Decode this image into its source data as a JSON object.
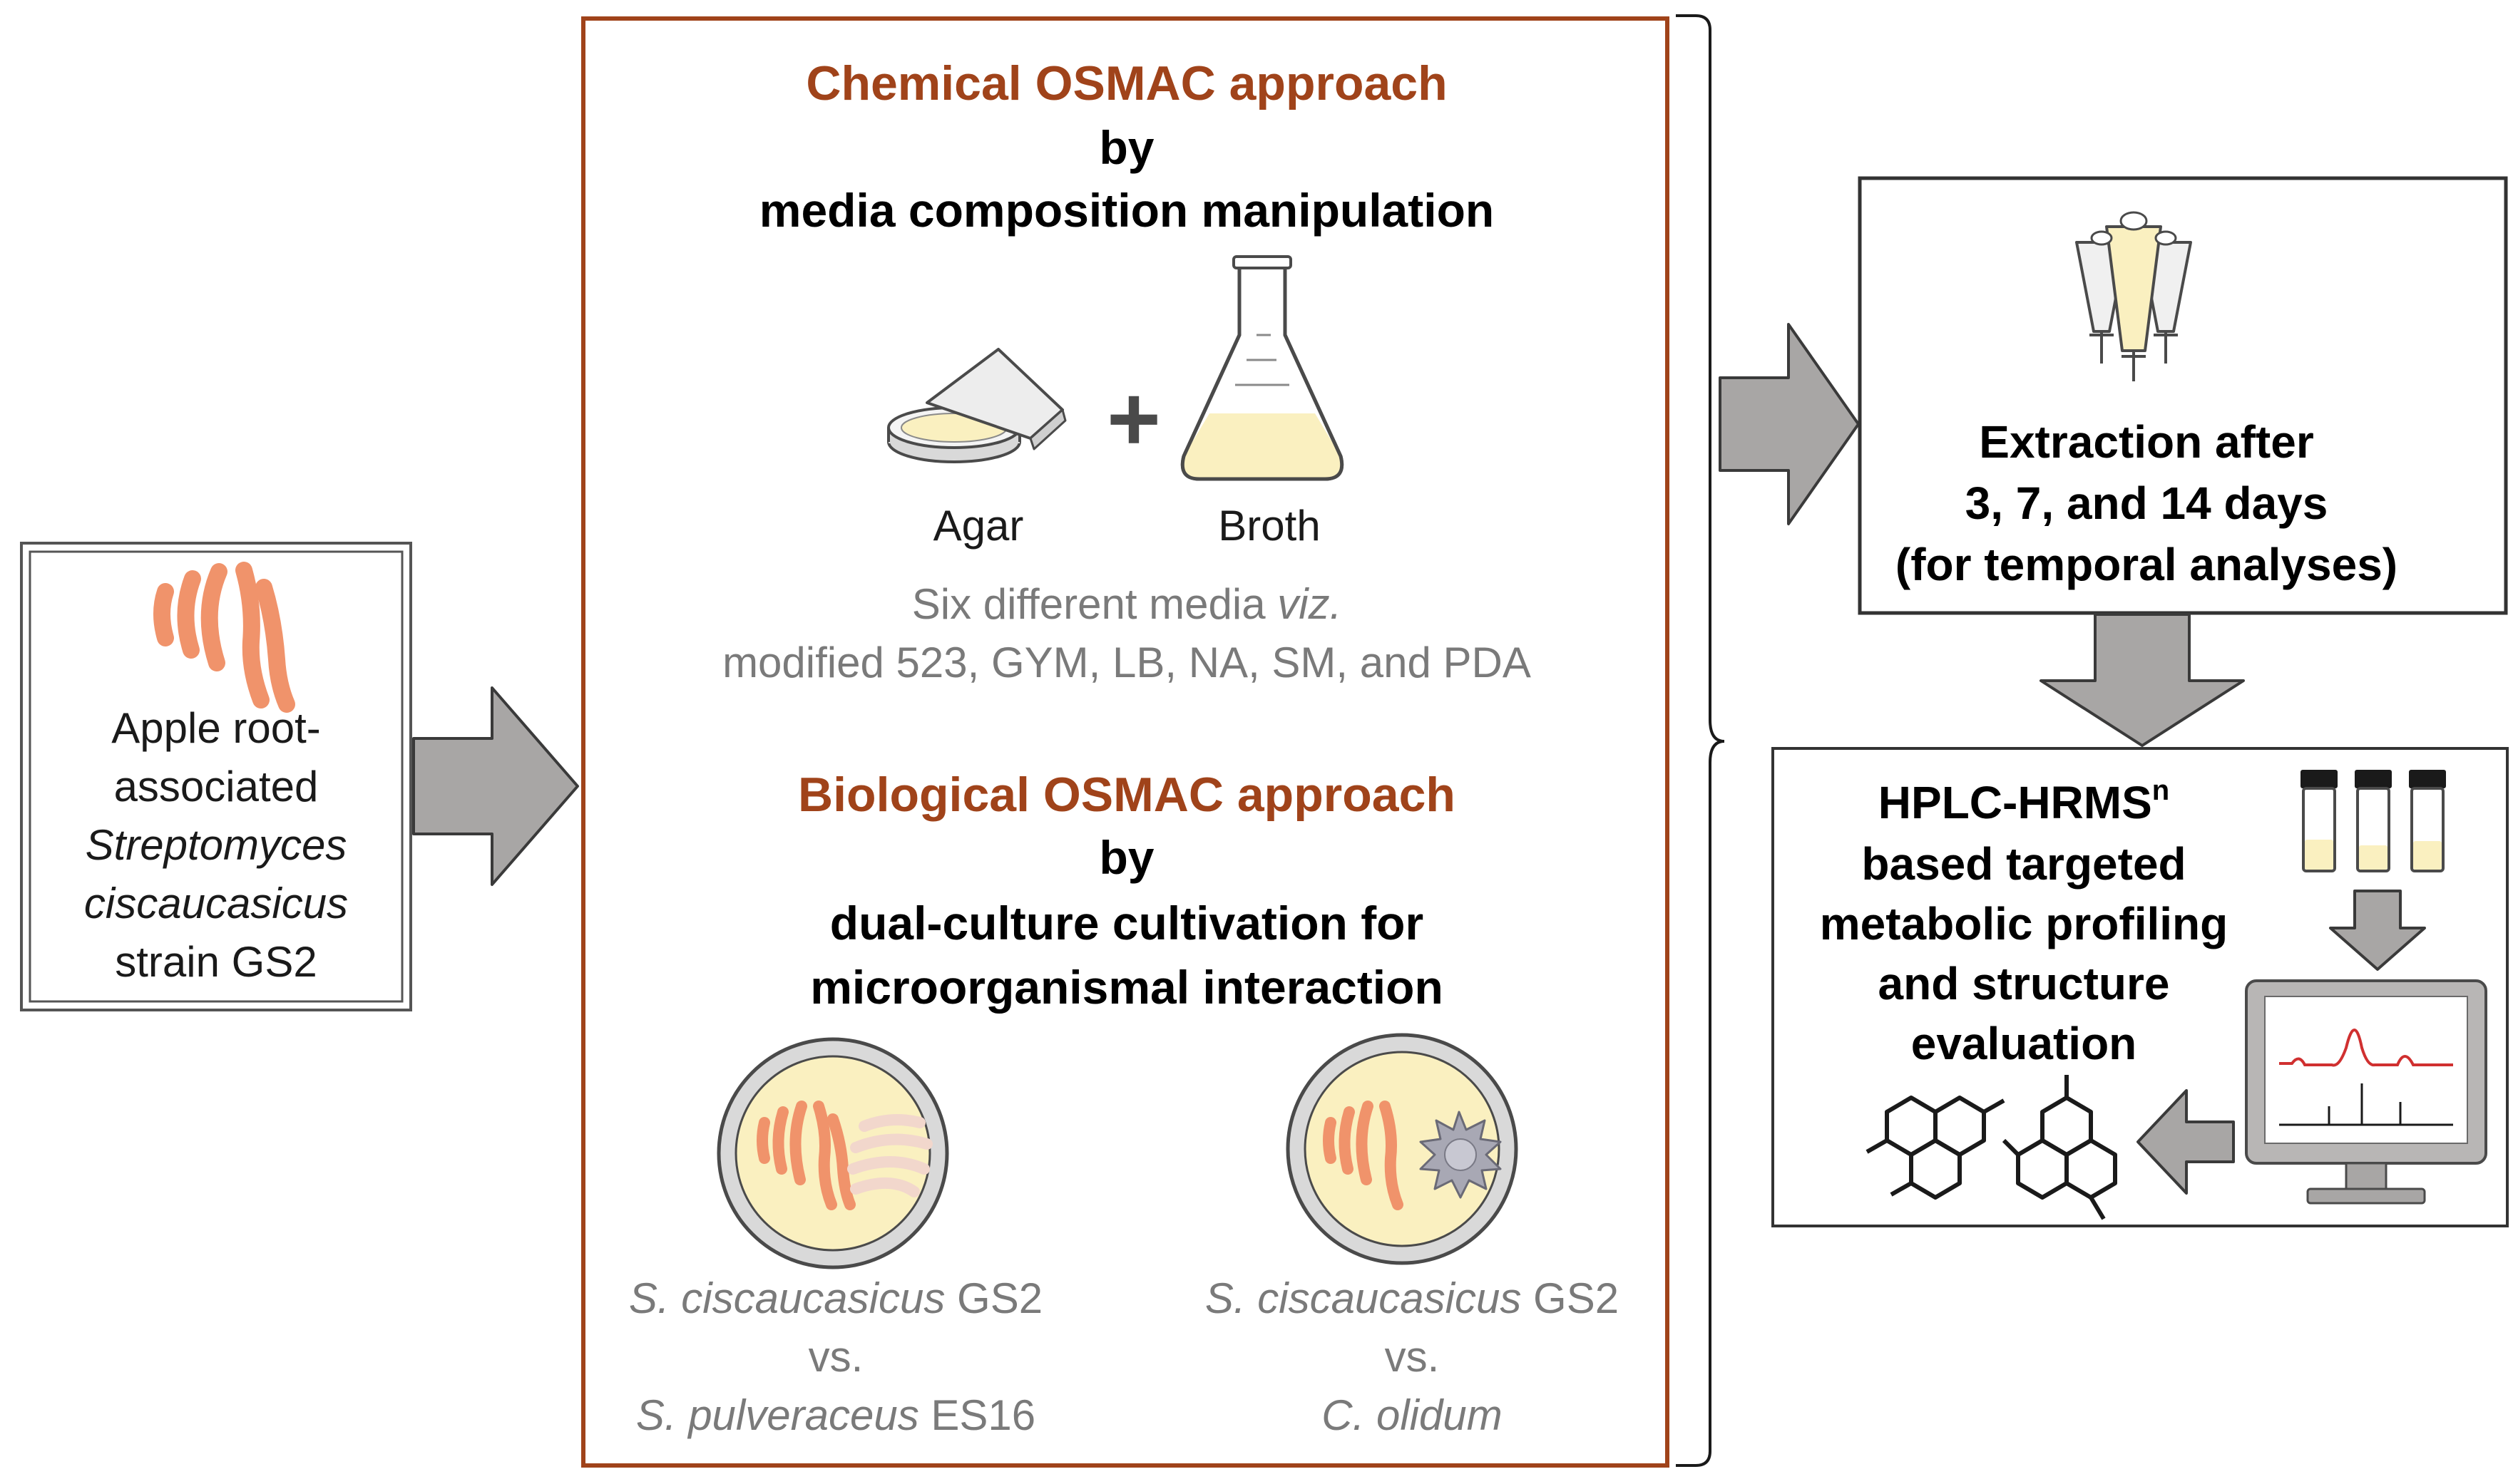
{
  "source": {
    "line1": "Apple root-",
    "line2": "associated",
    "line3": "Streptomyces",
    "line4": "ciscaucasicus",
    "line5": "strain GS2"
  },
  "chemical": {
    "title": "Chemical OSMAC approach",
    "by": "by",
    "subtitle": "media composition manipulation",
    "plus": "+",
    "agar_label": "Agar",
    "broth_label": "Broth",
    "media_line1_prefix": "Six different media ",
    "media_line1_viz": "viz.",
    "media_line2": "modified 523, GYM, LB, NA, SM, and PDA"
  },
  "biological": {
    "title": "Biological OSMAC approach",
    "by": "by",
    "subtitle1": "dual-culture cultivation for",
    "subtitle2": "microorganismal interaction",
    "left": {
      "species1_italic": "S. ciscaucasicus",
      "species1_strain": " GS2",
      "vs": "vs.",
      "species2_italic": "S. pulveraceus",
      "species2_strain": " ES16"
    },
    "right": {
      "species1_italic": "S. ciscaucasicus",
      "species1_strain": " GS2",
      "vs": "vs.",
      "species2_italic": "C. olidum"
    }
  },
  "extraction": {
    "line1": "Extraction after",
    "line2": "3, 7, and 14 days",
    "line3": "(for temporal analyses)"
  },
  "analysis": {
    "line1_main": "HPLC-HRMS",
    "line1_sup": "n",
    "line2": "based targeted",
    "line3": "metabolic profiling",
    "line4": "and structure",
    "line5": "evaluation"
  },
  "colors": {
    "accent_brown": "#A0431A",
    "arrow_gray": "#A8A6A5",
    "bacteria_orange": "#F0936B",
    "media_yellow": "#FAF0C0",
    "text_gray": "#7A7A7A",
    "spectrum_red": "#D03030"
  }
}
